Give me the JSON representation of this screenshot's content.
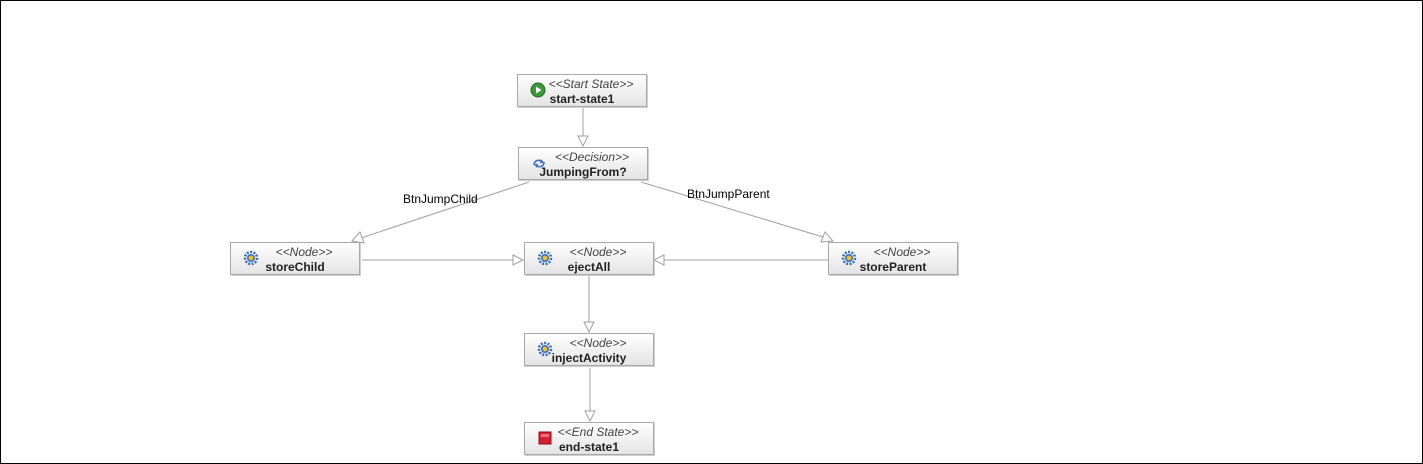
{
  "nodes": {
    "start": {
      "stereotype": "<<Start State>>",
      "name": "start-state1",
      "icon": "start-icon"
    },
    "decision": {
      "stereotype": "<<Decision>>",
      "name": "JumpingFrom?",
      "icon": "decision-icon"
    },
    "storeChild": {
      "stereotype": "<<Node>>",
      "name": "storeChild",
      "icon": "gear-icon"
    },
    "ejectAll": {
      "stereotype": "<<Node>>",
      "name": "ejectAll",
      "icon": "gear-icon"
    },
    "storeParent": {
      "stereotype": "<<Node>>",
      "name": "storeParent",
      "icon": "gear-icon"
    },
    "injectActivity": {
      "stereotype": "<<Node>>",
      "name": "injectActivity",
      "icon": "gear-icon"
    },
    "end": {
      "stereotype": "<<End State>>",
      "name": "end-state1",
      "icon": "end-icon"
    }
  },
  "transitions": {
    "toChild": {
      "label": "BtnJumpChild"
    },
    "toParent": {
      "label": "BtnJumpParent"
    }
  },
  "colors": {
    "edge": "#a0a0a0",
    "start_icon": "#3a9a3a",
    "end_icon": "#d42030",
    "gear_icon": "#3a6fc0",
    "gear_core": "#f0c020"
  }
}
